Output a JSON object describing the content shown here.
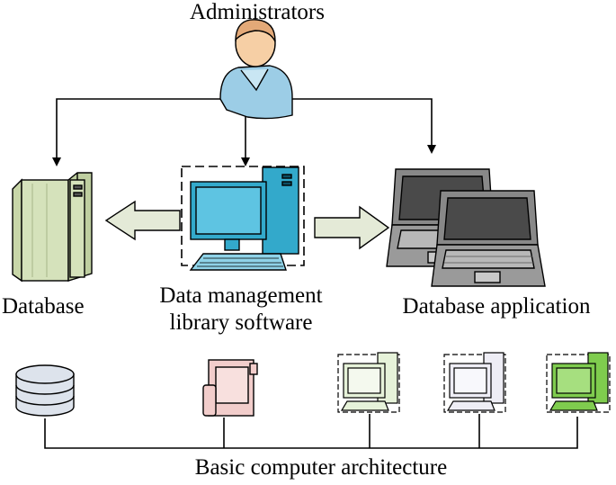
{
  "labels": {
    "administrators": "Administrators",
    "database": "Database",
    "dm_line1": "Data management",
    "dm_line2": "library software",
    "db_application": "Database application",
    "basic": "Basic computer architecture"
  },
  "colors": {
    "line": "#000000",
    "person_body": "#9ccde6",
    "person_skin": "#f6cfa5",
    "server": "#d5e2bb",
    "monitor_screen": "#33a9cb",
    "laptop": "#808080",
    "laptop_keys": "#b0b0b0",
    "arrow_fill": "#e4ead7",
    "disk": "#dde3ec",
    "phone": "#f2cdcb",
    "pc_light_green": "#e6f2d9",
    "pc_white": "#eeedf5",
    "pc_green": "#7fcc4e"
  },
  "icons": [
    "person-icon",
    "server-icon",
    "desktop-computer-icon",
    "laptop-icon",
    "database-disk-icon",
    "phone-icon",
    "computer-icon"
  ]
}
